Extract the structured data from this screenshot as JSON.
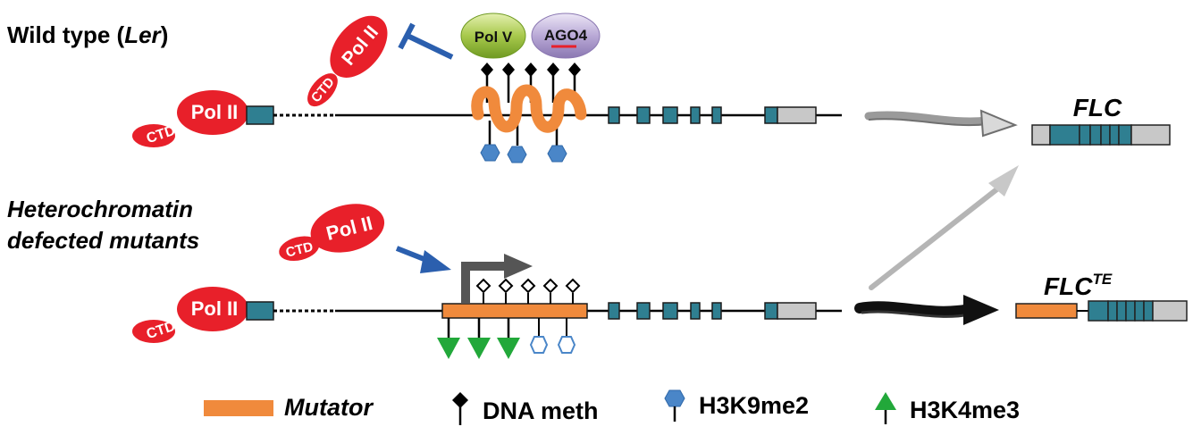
{
  "labels": {
    "wild_type_prefix": "Wild type (",
    "wild_type_italic": "Ler",
    "wild_type_suffix": ")",
    "mutant_line1": "Heterochromatin",
    "mutant_line2": "defected mutants",
    "flc": "FLC",
    "flc_te_base": "FLC",
    "flc_te_sup": "TE"
  },
  "polymerase": {
    "name": "Pol II",
    "ctd": "CTD"
  },
  "complexes": {
    "pol_v": "Pol V",
    "ago4": "AGO4"
  },
  "legend": {
    "mutator": "Mutator",
    "dna_meth": "DNA meth",
    "h3k9me2": "H3K9me2",
    "h3k4me3": "H3K4me3"
  },
  "colors": {
    "pol_ii_red": "#e8202a",
    "teal_exon": "#2f7f91",
    "orange_te": "#f08a3c",
    "h3k9_blue": "#4a86c8",
    "h3k4_green": "#22a83a",
    "arrow_blue": "#2b5fae",
    "gray_utr": "#c8c8c8",
    "pol_v_green": "#a7c94b",
    "ago4_purple": "#b9a9d6"
  }
}
